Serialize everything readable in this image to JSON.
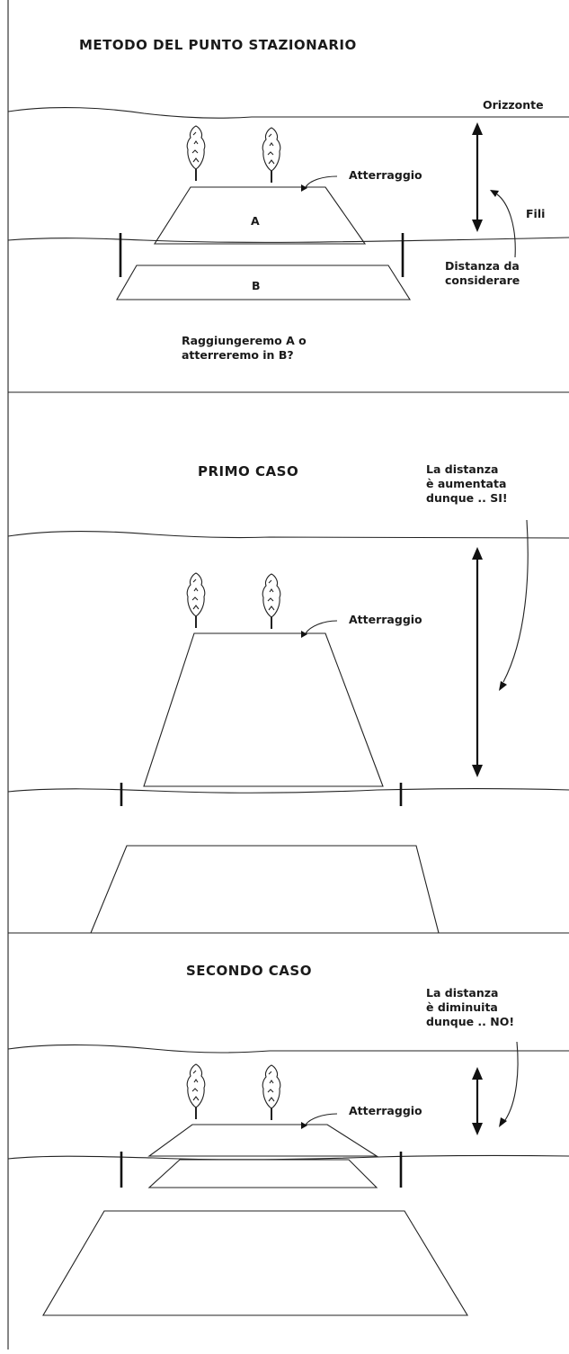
{
  "section1": {
    "title": "METODO DEL PUNTO STAZIONARIO",
    "horizon_label": "Orizzonte",
    "landing_label": "Atterraggio",
    "wires_label": "Fili",
    "distance_label": [
      "Distanza da",
      "considerare"
    ],
    "area_a_label": "A",
    "area_b_label": "B",
    "question": [
      "Raggiungeremo A o",
      "atterreremo in B?"
    ]
  },
  "section2": {
    "title": "PRIMO CASO",
    "note": [
      "La distanza",
      "è aumentata",
      "dunque .. SI!"
    ],
    "landing_label": "Atterraggio"
  },
  "section3": {
    "title": "SECONDO CASO",
    "note": [
      "La distanza",
      "è diminuita",
      "dunque .. NO!"
    ],
    "landing_label": "Atterraggio"
  }
}
